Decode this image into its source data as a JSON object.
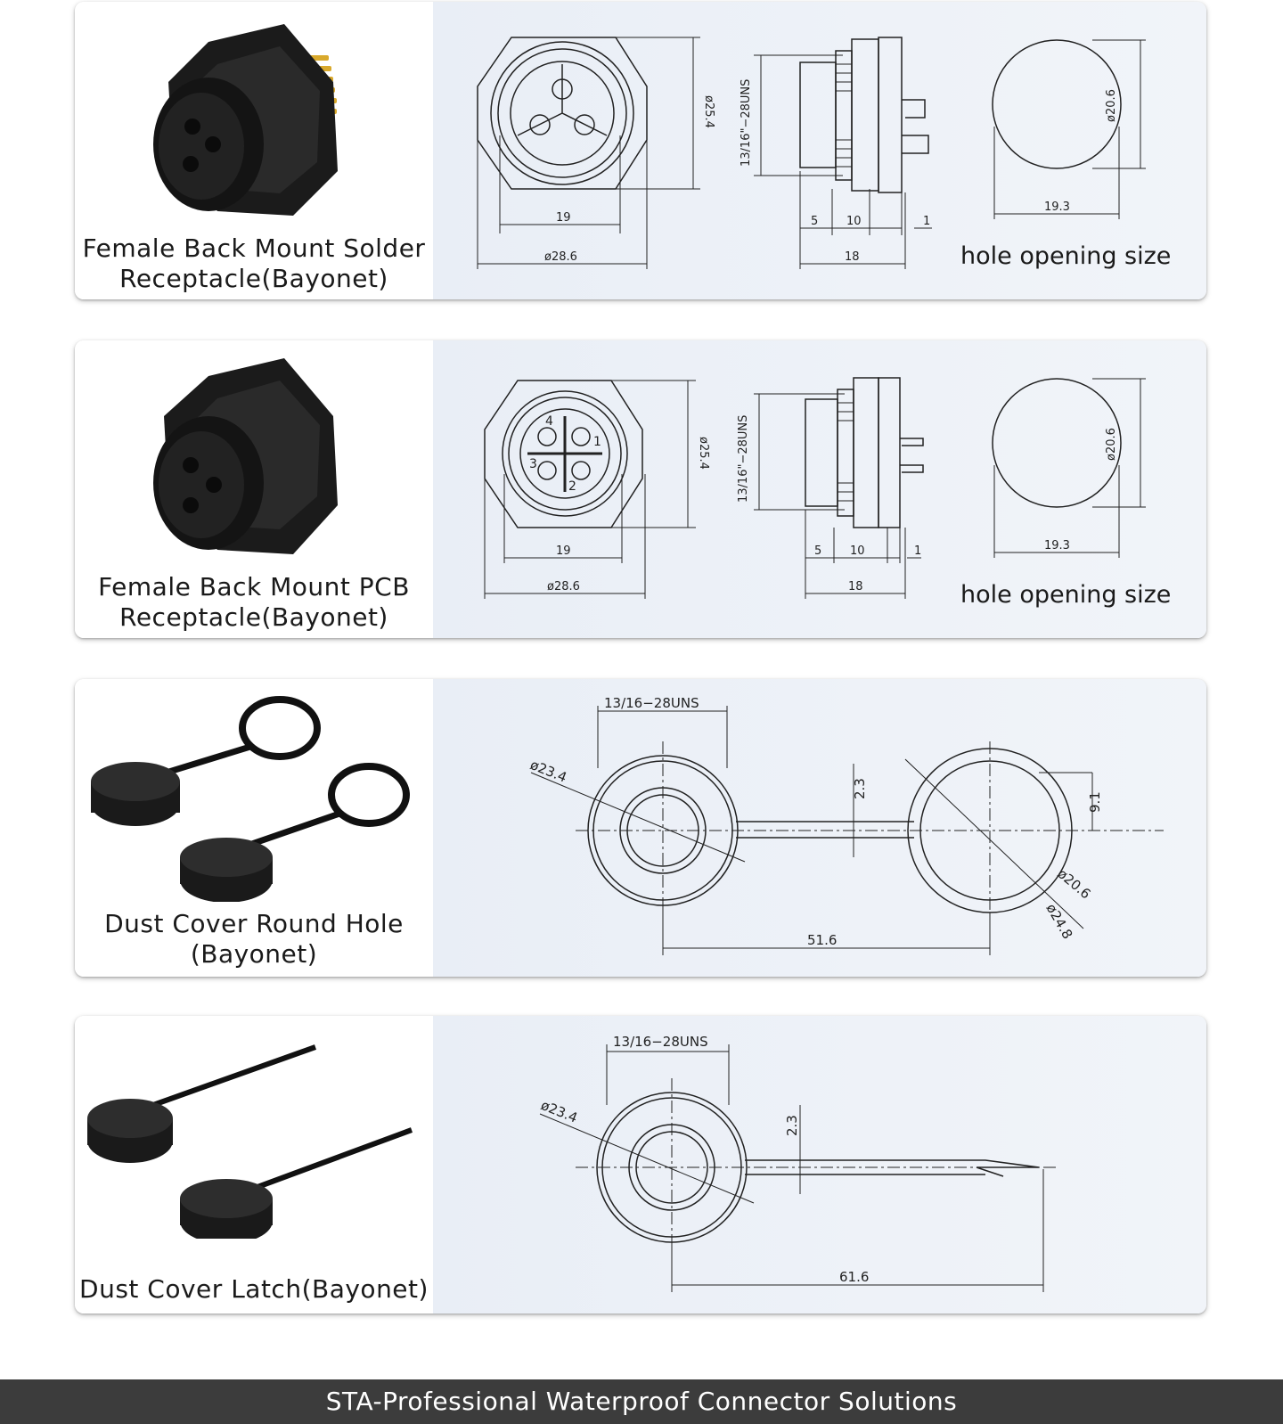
{
  "cards": [
    {
      "label_line1": "Female Back Mount Solder",
      "label_line2": "Receptacle(Bayonet)",
      "dims": {
        "front_dia": "ø25.4",
        "front_inner": "19",
        "front_outer": "ø28.6",
        "thread": "13/16\"−28UNS",
        "s5": "5",
        "s10": "10",
        "s1": "1",
        "s18": "18",
        "hole_dia": "ø20.6",
        "hole_w": "19.3"
      },
      "hole_label": "hole opening size"
    },
    {
      "label_line1": "Female Back Mount PCB",
      "label_line2": "Receptacle(Bayonet)",
      "dims": {
        "front_dia": "ø25.4",
        "front_inner": "19",
        "front_outer": "ø28.6",
        "thread": "13/16\"−28UNS",
        "s5": "5",
        "s10": "10",
        "s1": "1",
        "s18": "18",
        "hole_dia": "ø20.6",
        "hole_w": "19.3",
        "pin1": "1",
        "pin2": "2",
        "pin3": "3",
        "pin4": "4"
      },
      "hole_label": "hole opening size"
    },
    {
      "label_line1": "Dust Cover Round Hole",
      "label_line2": "(Bayonet)",
      "dims": {
        "thread": "13/16−28UNS",
        "cap_dia": "ø23.4",
        "strap": "2.3",
        "ring_h": "9.1",
        "ring_in": "ø20.6",
        "ring_out": "ø24.8",
        "length": "51.6"
      }
    },
    {
      "label_line1": "Dust Cover Latch(Bayonet)",
      "label_line2": "",
      "dims": {
        "thread": "13/16−28UNS",
        "cap_dia": "ø23.4",
        "strap": "2.3",
        "length": "61.6"
      }
    }
  ],
  "footer": "STA-Professional Waterproof Connector Solutions"
}
